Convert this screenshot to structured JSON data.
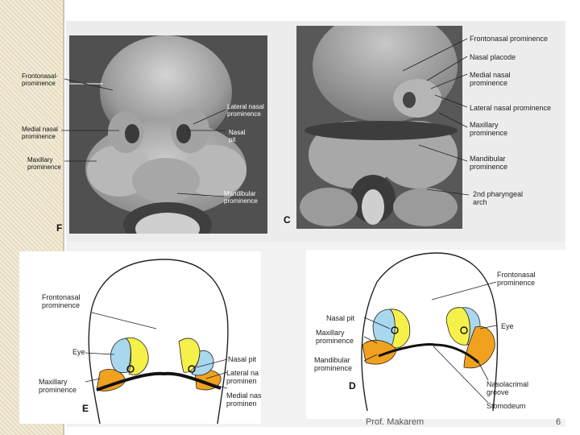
{
  "panel_f": {
    "letter": "F",
    "labels": {
      "frontonasal": "Frontonasal-\nprominence",
      "medial_nasal": "Medial nasal\nprominence",
      "maxillary": "Maxillary\nprominence",
      "lateral_nasal": "Lateral nasal\nprominence",
      "nasal_pit": "Nasal\npit",
      "mandibular": "Mandibular\nprominence"
    }
  },
  "panel_c": {
    "letter": "C",
    "labels": {
      "frontonasal": "Frontonasal prominence",
      "nasal_placode": "Nasal placode",
      "medial_nasal": "Medial nasal\nprominence",
      "lateral_nasal": "Lateral nasal prominence",
      "maxillary": "Maxillary\nprominence",
      "mandibular": "Mandibular\nprominence",
      "pharyngeal": "2nd pharyngeal\narch"
    }
  },
  "panel_e": {
    "letter": "E",
    "labels": {
      "frontonasal": "Frontonasal\nprominence",
      "eye": "Eye",
      "maxillary": "Maxillary\nprominence",
      "nasal_pit": "Nasal pit",
      "lateral_nasal": "Lateral na\nprominen",
      "medial_nasal": "Medial nas\nprominen"
    }
  },
  "panel_d": {
    "letter": "D",
    "labels": {
      "frontonasal": "Frontonasal\nprominence",
      "nasal_pit": "Nasal pit",
      "maxillary": "Maxillary\nprominence",
      "mandibular": "Mandibular\nprominence",
      "eye": "Eye",
      "nasolacrimal": "Nasolacrimal\ngroove",
      "stomodeum": "Stomodeum"
    }
  },
  "footer": {
    "author": "Prof. Makarem",
    "page": "6"
  },
  "colors": {
    "eye_blue": "#a9d8ee",
    "yellow": "#f5f04a",
    "orange": "#f0a11e"
  }
}
